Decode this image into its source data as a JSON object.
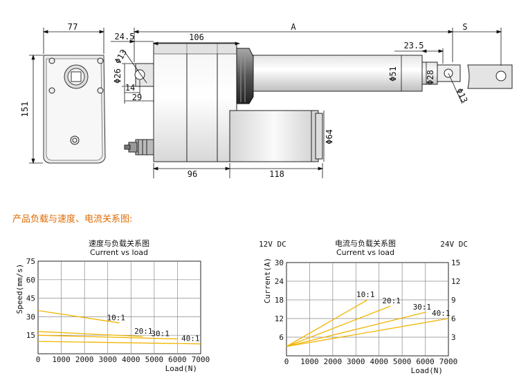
{
  "drawing": {
    "width_label": "77",
    "height_label": "151",
    "d24_5": "24.5",
    "d106": "106",
    "dA": "A",
    "dS": "S",
    "d23_5": "23.5",
    "phi13_a": "Φ13",
    "phi26": "Φ26",
    "d14": "14",
    "d29": "29",
    "phi51": "Φ51",
    "phi28": "Φ28",
    "phi13_b": "Φ13",
    "phi64": "Φ64",
    "d96": "96",
    "d118": "118"
  },
  "caption": "产品负载与速度、电流关系图:",
  "chart_data": [
    {
      "type": "line",
      "title": "速度与负载关系图",
      "subtitle": "Current vs load",
      "ylabel": "Speed(mm/s)",
      "xlabel": "Load(N)",
      "xlim": [
        0,
        7000
      ],
      "ylim": [
        0,
        75
      ],
      "x_ticks": [
        "0",
        "1000",
        "2000",
        "3000",
        "4000",
        "5000",
        "6000",
        "7000"
      ],
      "y_ticks": [
        "15",
        "30",
        "45",
        "60",
        "75"
      ],
      "grid": true,
      "series": [
        {
          "name": "10:1",
          "points": [
            [
              0,
              35
            ],
            [
              3500,
              25
            ]
          ]
        },
        {
          "name": "20:1",
          "points": [
            [
              0,
              18
            ],
            [
              4500,
              14
            ]
          ]
        },
        {
          "name": "30:1",
          "points": [
            [
              0,
              15
            ],
            [
              6000,
              12
            ]
          ]
        },
        {
          "name": "40:1",
          "points": [
            [
              0,
              10
            ],
            [
              7000,
              8
            ]
          ]
        }
      ],
      "line_color": "#f2b500"
    },
    {
      "type": "line",
      "title": "电流与负载关系图",
      "subtitle": "Current vs load",
      "ylabel": "Current(A)",
      "xlabel": "Load(N)",
      "left_unit": "12V DC",
      "right_unit": "24V DC",
      "xlim": [
        0,
        7000
      ],
      "ylim": [
        0,
        30
      ],
      "y2lim": [
        0,
        15
      ],
      "x_ticks": [
        "0",
        "1000",
        "2000",
        "3000",
        "4000",
        "5000",
        "6000",
        "7000"
      ],
      "y_ticks": [
        "6",
        "12",
        "18",
        "24",
        "30"
      ],
      "y2_ticks": [
        "3",
        "6",
        "9",
        "12",
        "15"
      ],
      "grid": true,
      "series": [
        {
          "name": "10:1",
          "points": [
            [
              0,
              3
            ],
            [
              3500,
              18
            ]
          ]
        },
        {
          "name": "20:1",
          "points": [
            [
              0,
              3
            ],
            [
              4500,
              16
            ]
          ]
        },
        {
          "name": "30:1",
          "points": [
            [
              0,
              3
            ],
            [
              6000,
              14
            ]
          ]
        },
        {
          "name": "40:1",
          "points": [
            [
              0,
              3
            ],
            [
              7000,
              12
            ]
          ]
        }
      ],
      "line_color": "#f2b500"
    }
  ]
}
